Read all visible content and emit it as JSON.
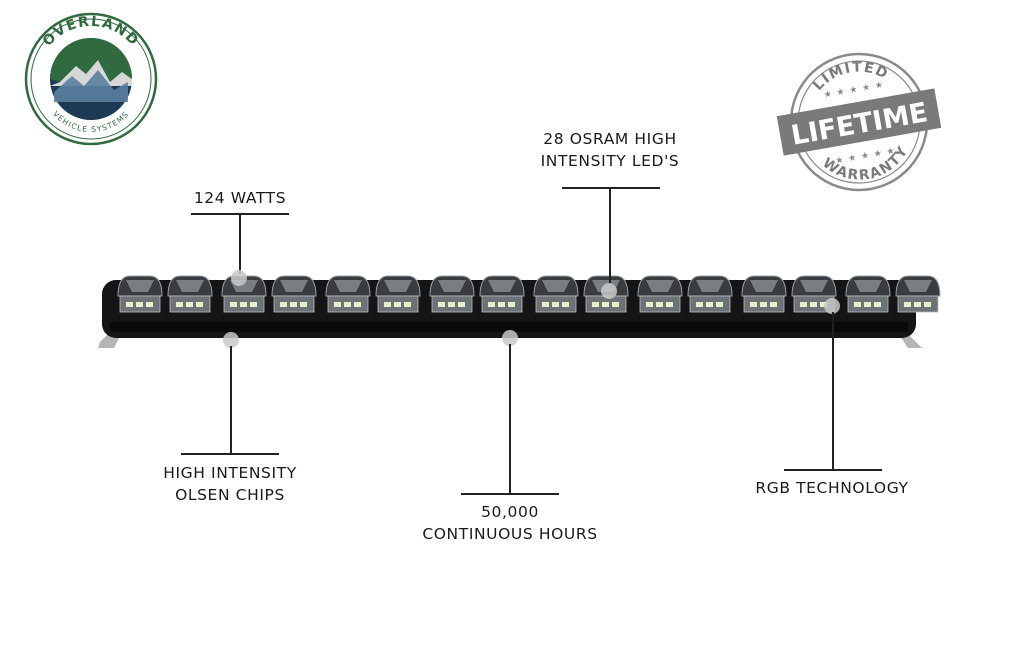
{
  "logo": {
    "brand": "OVERLAND",
    "sub": "VEHICLE SYSTEMS"
  },
  "badge": {
    "top": "LIMITED",
    "main": "LIFETIME",
    "bottom": "WARRANTY"
  },
  "callouts": {
    "watts": "124 WATTS",
    "osram_line1": "28 OSRAM HIGH",
    "osram_line2": "INTENSITY LED'S",
    "olsen_line1": "HIGH INTENSITY",
    "olsen_line2": "OLSEN CHIPS",
    "hours_line1": "50,000",
    "hours_line2": "CONTINUOUS HOURS",
    "rgb": "RGB TECHNOLOGY"
  },
  "colors": {
    "logo_green": "#2f6b3e",
    "logo_navy": "#1d3a55",
    "badge_gray": "#7a7a7a",
    "bar_body": "#151515"
  }
}
